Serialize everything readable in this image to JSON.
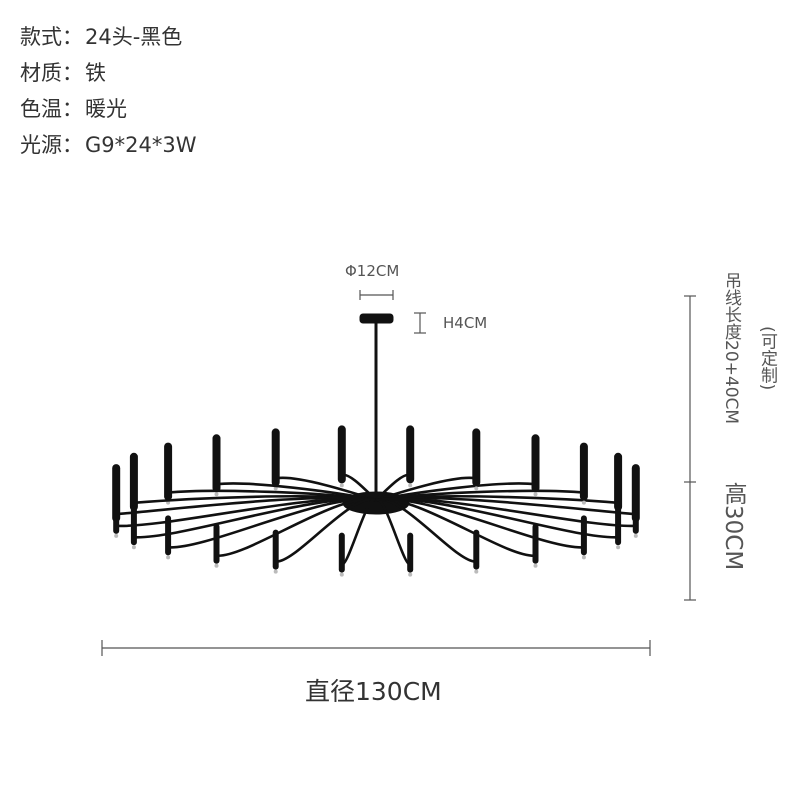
{
  "specs": [
    {
      "label": "款式",
      "value": "24头-黑色"
    },
    {
      "label": "材质",
      "value": "铁"
    },
    {
      "label": "色温",
      "value": "暖光"
    },
    {
      "label": "光源",
      "value": "G9*24*3W"
    }
  ],
  "spec_separator": "：",
  "dimensions": {
    "canopy_diameter": "Φ12CM",
    "canopy_height": "H4CM",
    "cord_length": "吊线长度20+40CM",
    "cord_note": "(可定制)",
    "fixture_height": "高30CM",
    "fixture_diameter": "直径130CM"
  },
  "product": {
    "heads": 24,
    "color": "#111111",
    "dimension_line_color": "#555555"
  }
}
